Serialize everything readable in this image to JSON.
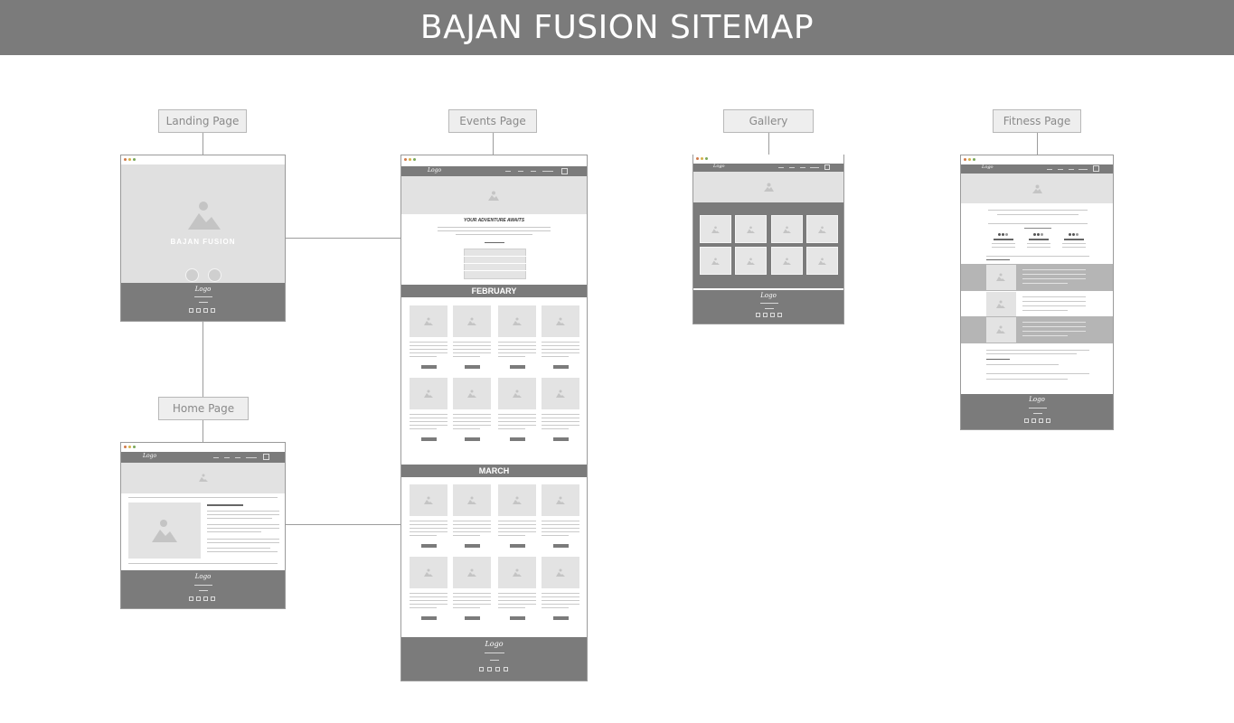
{
  "header": {
    "title": "BAJAN FUSION SITEMAP"
  },
  "nodes": {
    "landing": "Landing Page",
    "events": "Events Page",
    "gallery": "Gallery",
    "fitness": "Fitness Page",
    "home": "Home Page"
  },
  "landing_page": {
    "brand": "BAJAN FUSION",
    "logo": "Logo"
  },
  "events_page": {
    "logo": "Logo",
    "heading": "YOUR ADVENTURE AWAITS",
    "months": [
      "FEBRUARY",
      "MARCH"
    ]
  },
  "home_page": {
    "logo": "Logo"
  },
  "gallery_page": {
    "logo": "Logo"
  },
  "fitness_page": {
    "logo": "Logo"
  },
  "colors": {
    "header_bg": "#7b7b7b",
    "placeholder": "#e3e3e3",
    "node_bg": "#eeeeee"
  }
}
